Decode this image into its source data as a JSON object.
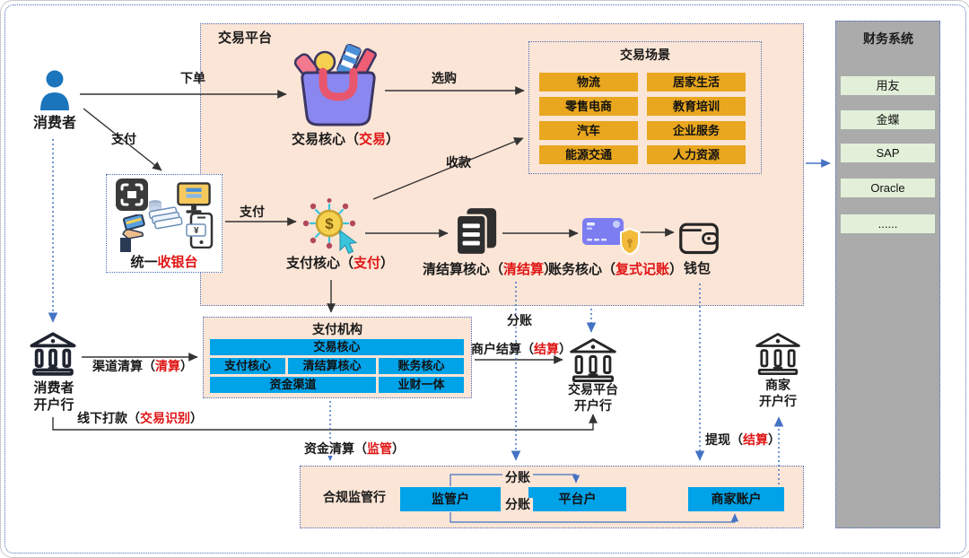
{
  "colors": {
    "peach": "#fbe5d6",
    "gold": "#e9a71f",
    "cell_blue": "#00a2e8",
    "item_green": "#e2f0d9",
    "panel_gray": "#ababab",
    "red": "#e01515",
    "line_blue": "#4472c4",
    "person_blue": "#1b75bc"
  },
  "consumer": {
    "label": "消费者"
  },
  "platform": {
    "title": "交易平台",
    "trade_core": {
      "pre": "交易核心（",
      "red": "交易",
      "post": "）"
    },
    "pay_core": {
      "pre": "支付核心（",
      "red": "支付",
      "post": "）"
    },
    "clearing_core": {
      "pre": "清结算核心（",
      "red": "清结算",
      "post": "）"
    },
    "account_core": {
      "pre": "账务核心（",
      "red": "复式记账",
      "post": "）"
    },
    "wallet_label": "钱包",
    "scenes": {
      "title": "交易场景",
      "items": [
        "物流",
        "居家生活",
        "零售电商",
        "教育培训",
        "汽车",
        "企业服务",
        "能源交通",
        "人力资源"
      ]
    }
  },
  "cashier": {
    "pre": "统一",
    "red": "收银台",
    "post": ""
  },
  "finance": {
    "title": "财务系统",
    "items": [
      "用友",
      "金蝶",
      "SAP",
      "Oracle",
      "......"
    ]
  },
  "payment_org": {
    "title": "支付机构",
    "cells": [
      "交易核心",
      "支付核心",
      "清结算核心",
      "账务核心",
      "资金渠道",
      "业财一体"
    ]
  },
  "banks": {
    "consumer_bank": {
      "line1": "消费者",
      "line2": "开户行"
    },
    "platform_bank": {
      "line1": "交易平台",
      "line2": "开户行"
    },
    "merchant_bank": {
      "line1": "商家",
      "line2": "开户行"
    }
  },
  "regulator": {
    "title": "合规监管行",
    "accounts": [
      "监管户",
      "平台户",
      "商家账户"
    ]
  },
  "edges": {
    "order": "下单",
    "pay_diag": "支付",
    "pay_h": "支付",
    "shop": "选购",
    "collect": "收款",
    "split_mid": "分账",
    "split_top": "分账",
    "split_bottom": "分账",
    "channel_clearing": {
      "pre": "渠道清算（",
      "red": "清算",
      "post": "）"
    },
    "merchant_settle": {
      "pre": "商户结算（",
      "red": "结算",
      "post": "）"
    },
    "offline_payment": {
      "pre": "线下打款（",
      "red": "交易识别",
      "post": "）"
    },
    "fund_clearing": {
      "pre": "资金清算（",
      "red": "监管",
      "post": "）"
    },
    "withdraw": {
      "pre": "提现（",
      "red": "结算",
      "post": "）"
    }
  }
}
